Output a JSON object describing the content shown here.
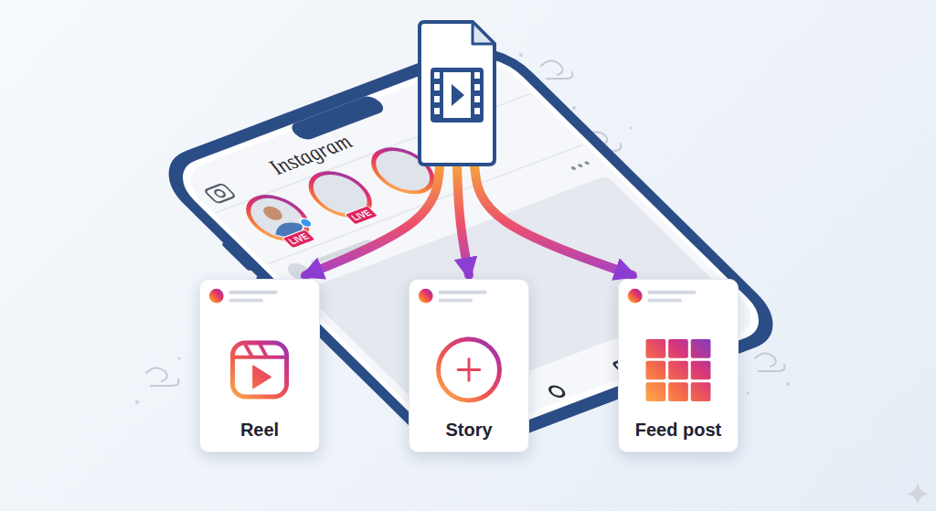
{
  "diagram": {
    "nodes": [
      {
        "text": []
      },
      {
        "text": [
          "Reel"
        ]
      },
      {
        "text": [
          "Story"
        ]
      },
      {
        "text": [
          "Feed post"
        ]
      }
    ],
    "edges": [
      {
        "from": 0,
        "to": 1,
        "arrow": "to"
      },
      {
        "from": 0,
        "to": 2,
        "arrow": "to"
      },
      {
        "from": 0,
        "to": 3,
        "arrow": "to"
      }
    ],
    "labels": [
      "Instagram",
      "LIVE",
      "LIVE"
    ]
  }
}
